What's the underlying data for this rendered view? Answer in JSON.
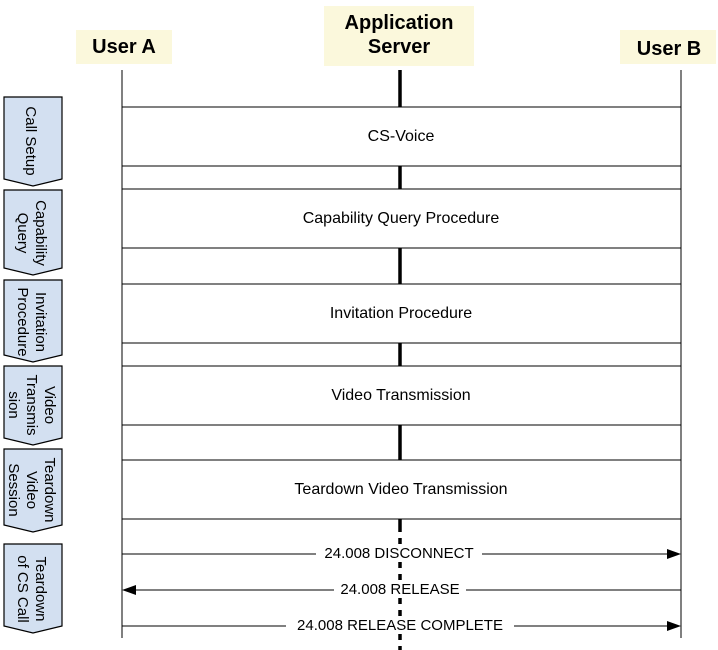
{
  "actors": {
    "user_a": "User A",
    "application_server_line1": "Application",
    "application_server_line2": "Server",
    "user_b": "User B"
  },
  "phases": [
    {
      "id": "call-setup",
      "lines": [
        "Call Setup"
      ]
    },
    {
      "id": "capability-query",
      "lines": [
        "Capability",
        "Query"
      ]
    },
    {
      "id": "invitation-procedure",
      "lines": [
        "Invitation",
        "Procedure"
      ]
    },
    {
      "id": "video-transmission",
      "lines": [
        "Video",
        "Transmis",
        "sion"
      ]
    },
    {
      "id": "teardown-video-session",
      "lines": [
        "Teardown",
        "Video",
        "Session"
      ]
    },
    {
      "id": "teardown-cs-call",
      "lines": [
        "Teardown",
        "of CS Call"
      ]
    }
  ],
  "procedures": [
    "CS-Voice",
    "Capability Query Procedure",
    "Invitation Procedure",
    "Video Transmission",
    "Teardown Video Transmission"
  ],
  "messages": [
    {
      "label": "24.008 DISCONNECT",
      "from": "User A",
      "to": "User B"
    },
    {
      "label": "24.008 RELEASE",
      "from": "User B",
      "to": "User A"
    },
    {
      "label": "24.008 RELEASE COMPLETE",
      "from": "User A",
      "to": "User B"
    }
  ]
}
